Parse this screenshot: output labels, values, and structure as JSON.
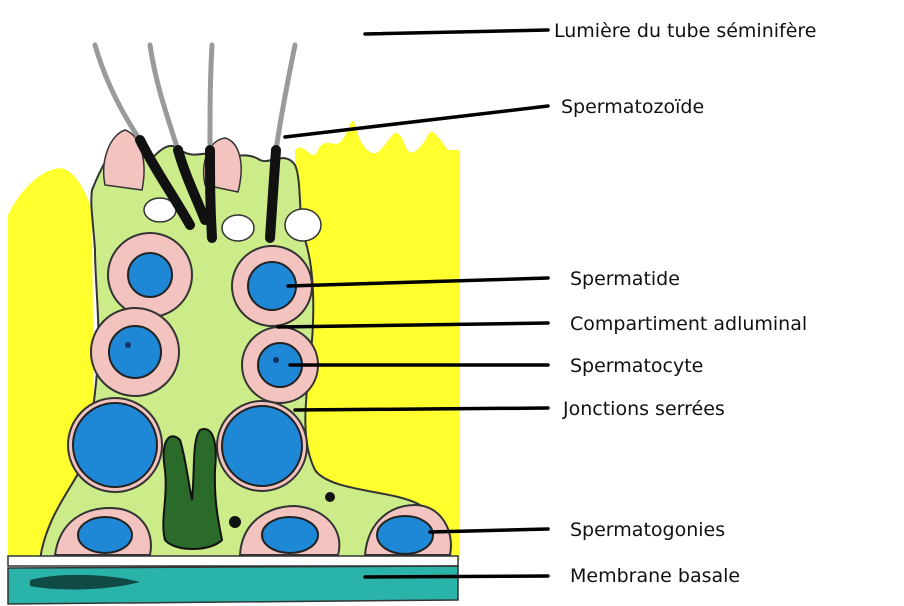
{
  "labels": {
    "lumen": "Lumière du tube séminifère",
    "spermatozoon": "Spermatozoïde",
    "spermatid": "Spermatide",
    "adluminal": "Compartiment adluminal",
    "spermatocyte": "Spermatocyte",
    "tight_junctions": "Jonctions serrées",
    "spermatogonia": "Spermatogonies",
    "basal_membrane": "Membrane basale"
  },
  "colors": {
    "background": "#ffffff",
    "neighbor_tissue": "#ffff2e",
    "sertoli_cytoplasm": "#ccec8a",
    "germ_cell": "#f3c3c0",
    "nucleus": "#1e88d6",
    "acrosome_head": "#111111",
    "tail": "#9a9a9a",
    "golgi_fold": "#2a6b2a",
    "basal_membrane": "#2ab3a8",
    "outline": "#222222"
  }
}
